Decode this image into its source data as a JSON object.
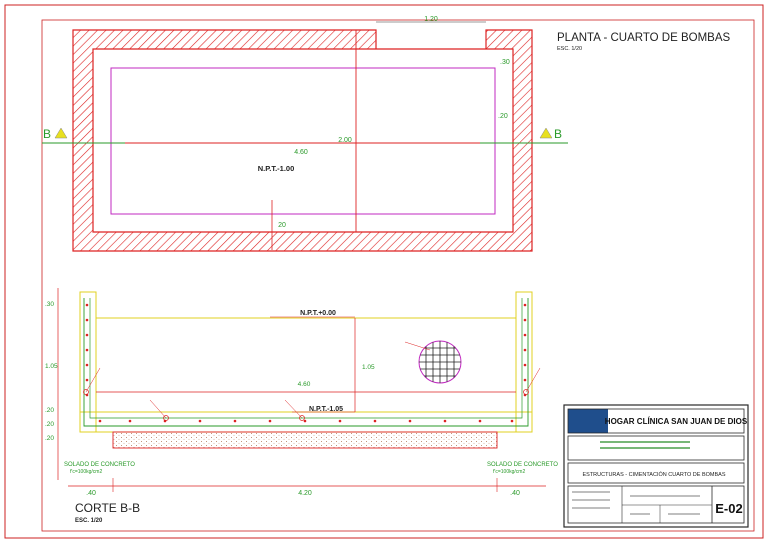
{
  "plan": {
    "title": "PLANTA - CUARTO DE BOMBAS",
    "scale": "ESC. 1/20",
    "section_mark_left": "B",
    "section_mark_right": "B",
    "level": "N.P.T.-1.00",
    "dims": {
      "opening": "1.20",
      "wall_top": ".30",
      "wall_right": ".20",
      "inner_width": "4.60",
      "inner_height": "2.00",
      "wall_bottom": "20"
    }
  },
  "section": {
    "title": "CORTE B-B",
    "scale": "ESC. 1/20",
    "level_top": "N.P.T.+0.00",
    "level_bottom": "N.P.T.-1.05",
    "dims": {
      "top": ".30",
      "wall_height": "1.05",
      "bot1": ".20",
      "bot2": ".20",
      "bot3": ".20",
      "inner_height": "1.05",
      "inner_width": "4.60",
      "total_width": "4.20",
      "left_width": ".40",
      "right_width": ".40"
    },
    "solado_left": "SOLADO DE CONCRETO",
    "solado_left_mix": "f'c=100kg/cm2",
    "solado_right": "SOLADO DE CONCRETO",
    "solado_right_mix": "f'c=100kg/cm2"
  },
  "title_block": {
    "project": "HOGAR CLÍNICA SAN JUAN DE DIOS",
    "sheet": "E-02",
    "plan_name": "ESTRUCTURAS - CIMENTACIÓN CUARTO DE BOMBAS",
    "colors": {
      "border": "#2a2a2a",
      "accent": "#cc0000",
      "logo": "#1f4e8c"
    }
  }
}
